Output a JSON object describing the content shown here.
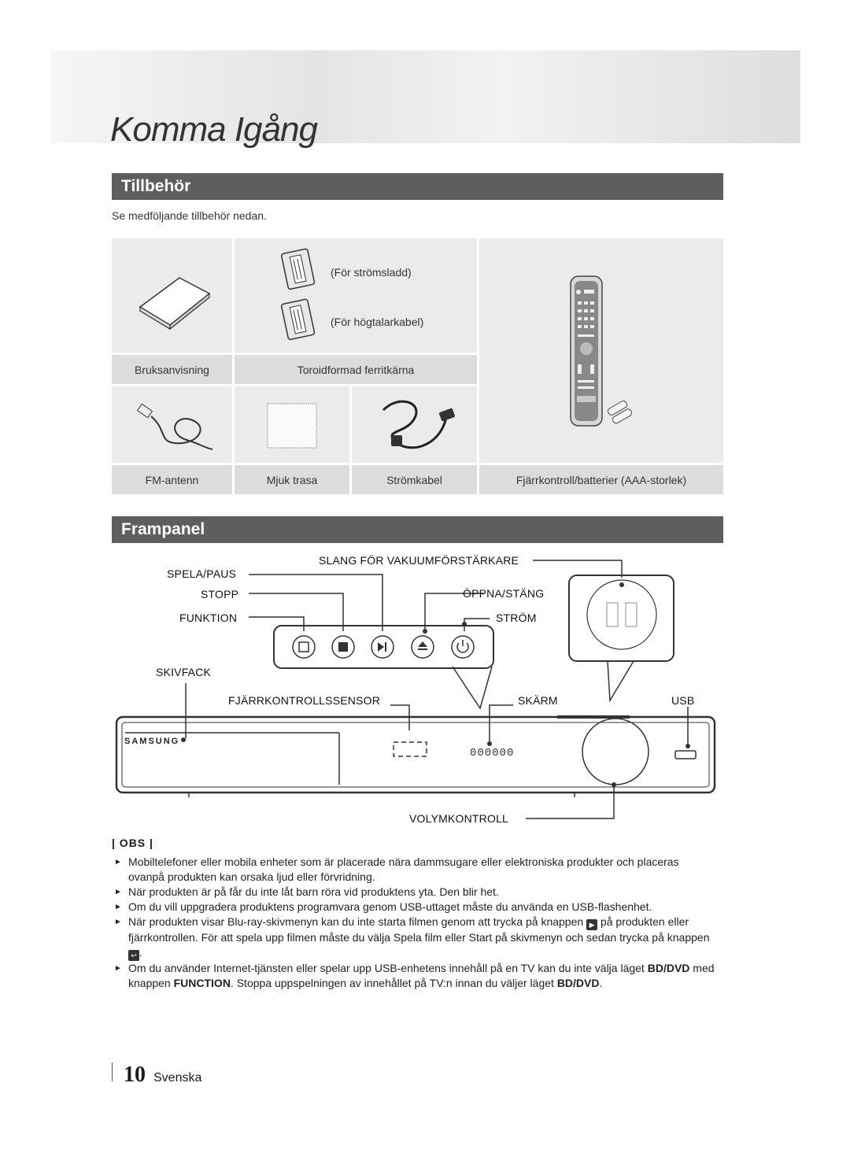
{
  "chapter_title": "Komma Igång",
  "sections": {
    "accessories": {
      "title": "Tillbehör",
      "intro": "Se medföljande tillbehör nedan.",
      "labels": {
        "manual": "Bruksanvisning",
        "ferrite_core": "Toroidformad ferritkärna",
        "ferrite_power": "(För strömsladd)",
        "ferrite_speaker": "(För högtalarkabel)",
        "fm_antenna": "FM-antenn",
        "cloth": "Mjuk trasa",
        "power_cable": "Strömkabel",
        "remote": "Fjärrkontroll/batterier (AAA-storlek)"
      }
    },
    "front_panel": {
      "title": "Frampanel",
      "callouts": {
        "play_pause": "SPELA/PAUS",
        "stop": "STOPP",
        "function": "FUNKTION",
        "vacuum": "SLANG FÖR VAKUUMFÖRSTÄRKARE",
        "open_close": "ÖPPNA/STÄNG",
        "power": "STRÖM",
        "disc_tray": "SKIVFACK",
        "remote_sensor": "FJÄRRKONTROLLSSENSOR",
        "display": "SKÄRM",
        "usb": "USB",
        "volume": "VOLYMKONTROLL"
      },
      "brand": "SAMSUNG",
      "display_digits": "000000"
    }
  },
  "obs": {
    "label": "| OBS |",
    "notes": [
      "Mobiltelefoner eller mobila enheter som är placerade nära dammsugare eller elektroniska produkter och placeras ovanpå produkten kan orsaka ljud eller förvridning.",
      "När produkten är på får du inte låt barn röra vid produktens yta. Den blir het.",
      "Om du vill uppgradera produktens programvara genom USB-uttaget måste du använda en USB-flashenhet."
    ],
    "note4": {
      "part1": "När produkten visar Blu-ray-skivmenyn kan du inte starta filmen genom att trycka på knappen",
      "part2": "på produkten eller fjärrkontrollen. För att spela upp filmen måste du välja Spela film eller Start på skivmenyn och sedan trycka på knappen",
      "part3": "."
    },
    "note5": {
      "part1": "Om du använder Internet-tjänsten eller spelar upp USB-enhetens innehåll på en TV kan du inte välja läget",
      "mode1": "BD/DVD",
      "part2": "med knappen",
      "key": "FUNCTION",
      "part3": ". Stoppa uppspelningen av innehållet på TV:n innan du väljer läget",
      "mode2": "BD/DVD",
      "part4": "."
    }
  },
  "footer": {
    "page_number": "10",
    "language": "Svenska"
  }
}
